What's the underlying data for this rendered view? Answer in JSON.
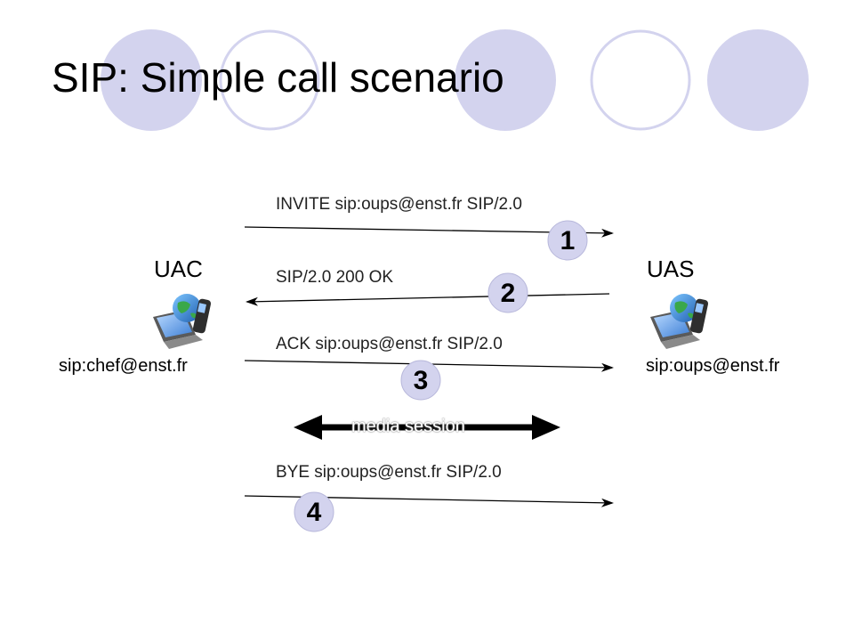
{
  "slide": {
    "title": "SIP: Simple call scenario"
  },
  "endpoints": {
    "uac": {
      "role": "UAC",
      "address": "sip:chef@enst.fr",
      "icon": "computer-phone-globe-icon"
    },
    "uas": {
      "role": "UAS",
      "address": "sip:oups@enst.fr",
      "icon": "computer-phone-globe-icon"
    }
  },
  "messages": [
    {
      "step": "1",
      "label": "INVITE sip:oups@enst.fr SIP/2.0",
      "direction": "uac-to-uas"
    },
    {
      "step": "2",
      "label": "SIP/2.0 200 OK",
      "direction": "uas-to-uac"
    },
    {
      "step": "3",
      "label": "ACK sip:oups@enst.fr SIP/2.0",
      "direction": "uac-to-uas"
    },
    {
      "step": "4",
      "label": "BYE sip:oups@enst.fr SIP/2.0",
      "direction": "uac-to-uas"
    }
  ],
  "media": {
    "label": "media session"
  },
  "colors": {
    "deco_circle_fill": "#d3d3ee",
    "deco_circle_stroke": "#c8c8e6",
    "badge_fill": "#d3d3ee",
    "arrow": "#000000"
  }
}
